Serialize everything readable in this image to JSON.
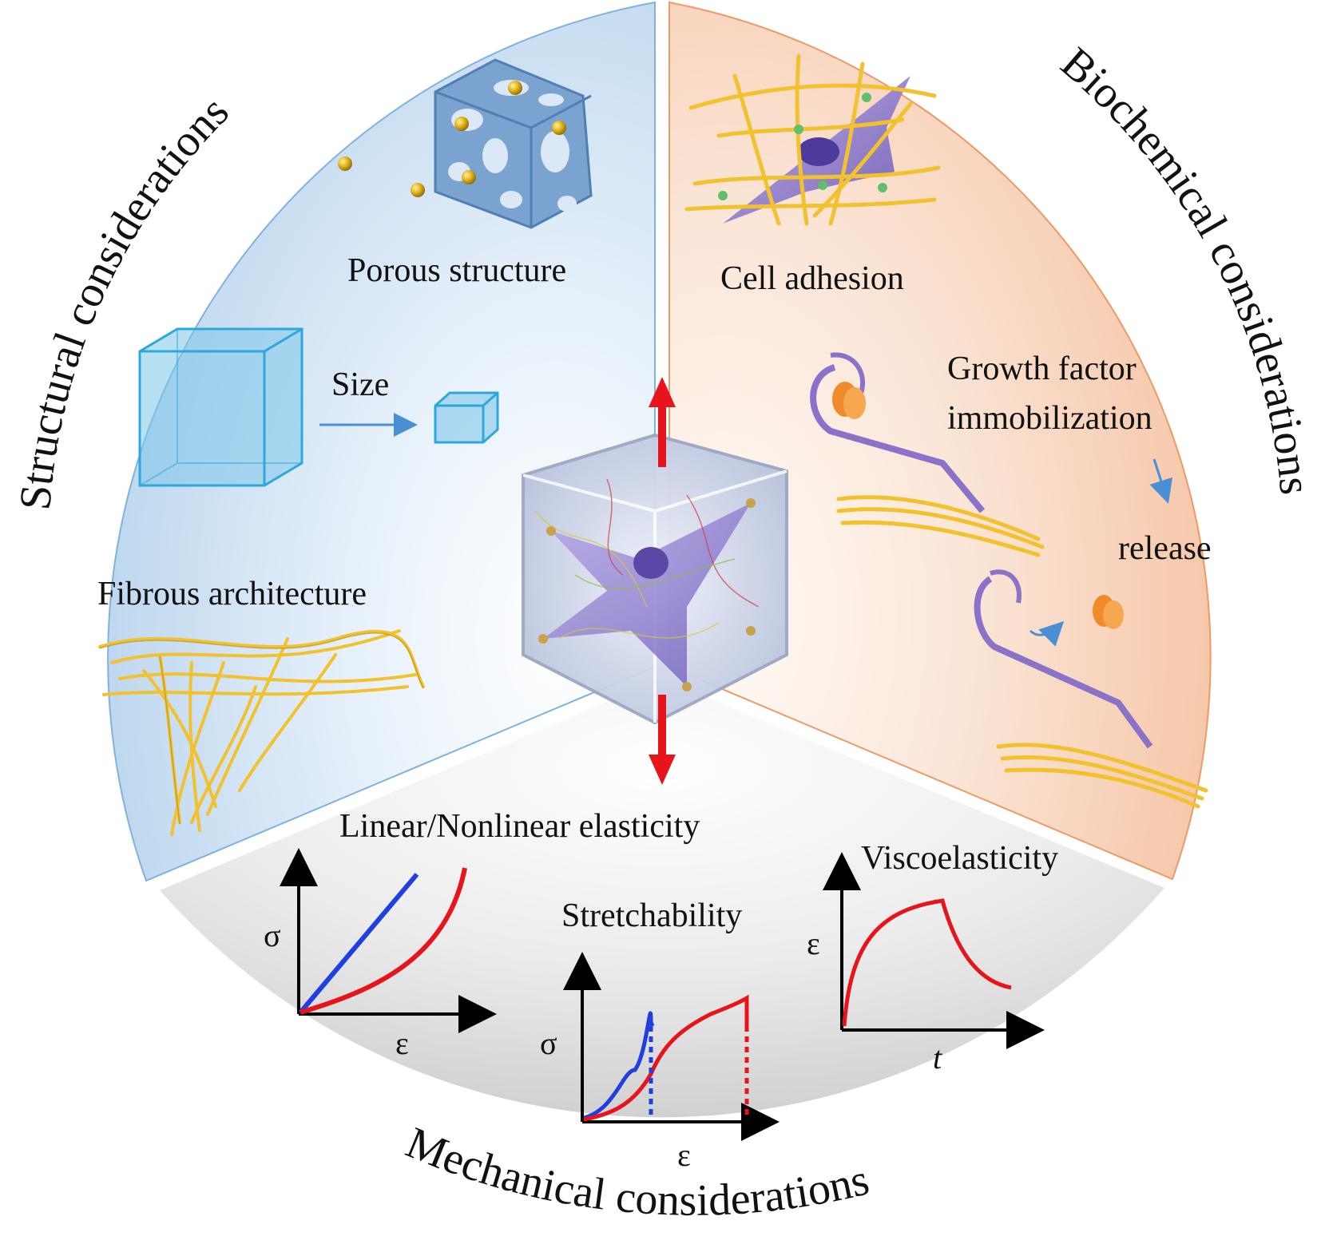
{
  "sections": {
    "structural": {
      "title": "Structural considerations",
      "items": {
        "porous": "Porous structure",
        "size": "Size",
        "fibrous": "Fibrous architecture"
      }
    },
    "biochemical": {
      "title": "Biochemical considerations",
      "items": {
        "adhesion": "Cell adhesion",
        "growth_line1": "Growth  factor",
        "growth_line2": "immobilization",
        "release": "release"
      }
    },
    "mechanical": {
      "title": "Mechanical considerations",
      "items": {
        "elasticity": "Linear/Nonlinear  elasticity",
        "stretch": "Stretchability",
        "visco": "Viscoelasticity"
      }
    }
  },
  "axis_symbols": {
    "stress": "σ",
    "strain": "ε",
    "time": "t"
  },
  "colors": {
    "structural_bg": "#d6e6f5",
    "biochemical_bg": "#fbe0cf",
    "mechanical_bg": "#d9d9d9",
    "structural_border": "#6fa8d8",
    "biochemical_border": "#ec9a68",
    "curve_red": "#e8141c",
    "curve_blue": "#1f3fe0",
    "fiber_yellow": "#f2c12e"
  }
}
